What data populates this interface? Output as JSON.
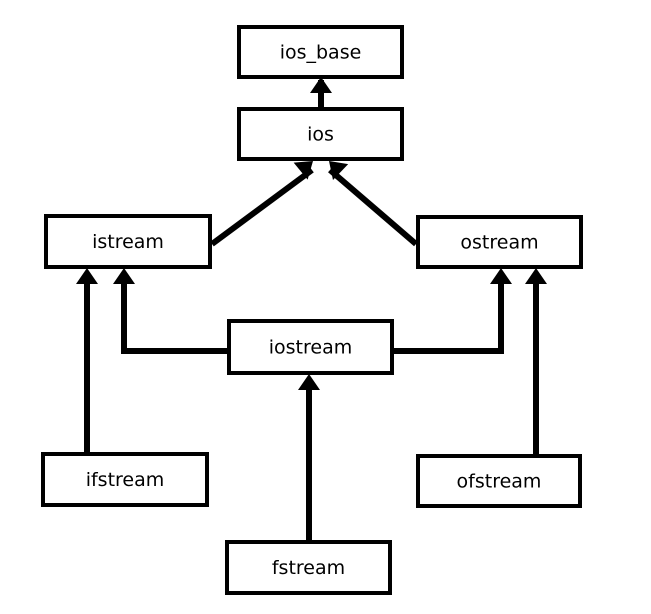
{
  "diagram": {
    "nodes": [
      {
        "id": "ios_base",
        "label": "ios_base"
      },
      {
        "id": "ios",
        "label": "ios"
      },
      {
        "id": "istream",
        "label": "istream"
      },
      {
        "id": "ostream",
        "label": "ostream"
      },
      {
        "id": "iostream",
        "label": "iostream"
      },
      {
        "id": "ifstream",
        "label": "ifstream"
      },
      {
        "id": "ofstream",
        "label": "ofstream"
      },
      {
        "id": "fstream",
        "label": "fstream"
      }
    ],
    "edges": [
      {
        "from": "ios",
        "to": "ios_base"
      },
      {
        "from": "istream",
        "to": "ios"
      },
      {
        "from": "ostream",
        "to": "ios"
      },
      {
        "from": "iostream",
        "to": "istream"
      },
      {
        "from": "iostream",
        "to": "ostream"
      },
      {
        "from": "ifstream",
        "to": "istream"
      },
      {
        "from": "ofstream",
        "to": "ostream"
      },
      {
        "from": "fstream",
        "to": "iostream"
      }
    ],
    "colors": {
      "stroke": "#000000",
      "fill": "#ffffff"
    }
  }
}
